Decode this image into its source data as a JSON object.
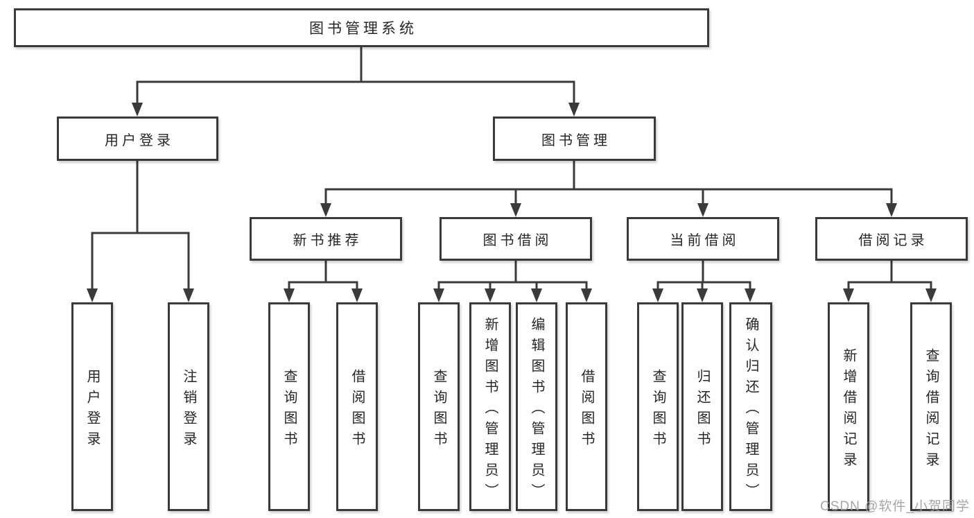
{
  "diagram": {
    "root": "图书管理系统",
    "level2": {
      "user": "用户登录",
      "mgmt": "图书管理"
    },
    "level3": {
      "recommend": "新书推荐",
      "borrow": "图书借阅",
      "current": "当前借阅",
      "records": "借阅记录"
    },
    "leaves": {
      "user": [
        "用户登录",
        "注销登录"
      ],
      "recommend": [
        "查询图书",
        "借阅图书"
      ],
      "borrow": [
        "查询图书",
        "新增图书（管理员）",
        "编辑图书（管理员）",
        "借阅图书"
      ],
      "current": [
        "查询图书",
        "归还图书",
        "确认归还（管理员）"
      ],
      "records": [
        "新增借阅记录",
        "查询借阅记录"
      ]
    }
  },
  "watermark": "CSDN @软件_小贺同学",
  "colors": {
    "line": "#3a3a3a",
    "text": "#262626",
    "watermark": "#9e9e9e"
  }
}
